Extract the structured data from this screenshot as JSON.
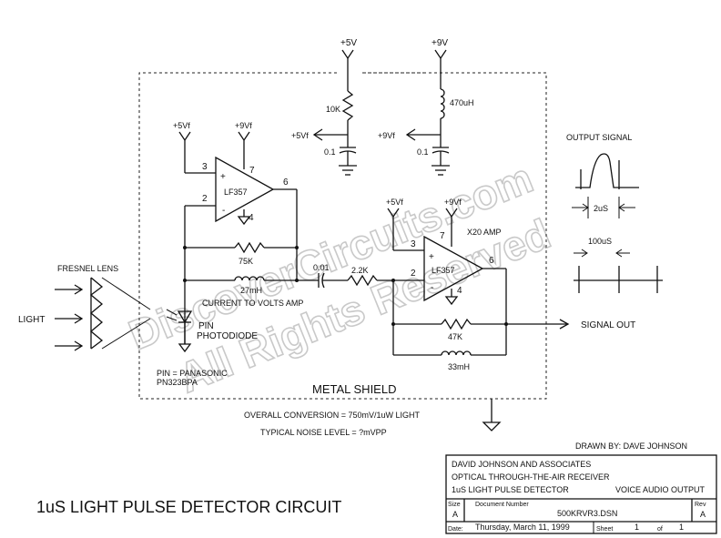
{
  "supplies": {
    "p5v": "+5V",
    "p9v": "+9V",
    "p5vf": "+5Vf",
    "p9vf": "+9Vf"
  },
  "components": {
    "r_10k": "10K",
    "l_470uh": "470uH",
    "c_01_a": "0.1",
    "c_01_b": "0.1",
    "r_75k": "75K",
    "l_27mh": "27mH",
    "c_001": "0.01",
    "r_22k": "2.2K",
    "r_47k": "47K",
    "l_33mh": "33mH"
  },
  "opamp1": {
    "name": "LF357",
    "pin3": "3",
    "pin2": "2",
    "pin7": "7",
    "pin6": "6",
    "pin4": "4",
    "plus": "+",
    "minus": "-",
    "caption": "CURRENT TO VOLTS AMP"
  },
  "opamp2": {
    "name": "LF357",
    "pin3": "3",
    "pin2": "2",
    "pin7": "7",
    "pin6": "6",
    "pin4": "4",
    "plus": "+",
    "minus": "-",
    "caption": "X20 AMP"
  },
  "labels": {
    "fresnel_lens": "FRESNEL LENS",
    "light": "LIGHT",
    "pin_photodiode_1": "PIN",
    "pin_photodiode_2": "PHOTODIODE",
    "pin_part_1": "PIN = PANASONIC",
    "pin_part_2": "PN323BPA",
    "metal_shield": "METAL SHIELD",
    "output_signal": "OUTPUT SIGNAL",
    "pulse_width": "2uS",
    "pulse_period": "100uS",
    "signal_out": "SIGNAL OUT",
    "overall_conversion": "OVERALL CONVERSION = 750mV/1uW LIGHT",
    "noise_level": "TYPICAL NOISE LEVEL = ?mVPP",
    "drawn_by": "DRAWN BY: DAVE JOHNSON",
    "circuit_title": "1uS LIGHT PULSE DETECTOR CIRCUIT"
  },
  "title_block": {
    "line1": "DAVID JOHNSON AND ASSOCIATES",
    "line2": "OPTICAL THROUGH-THE-AIR RECEIVER",
    "line3a": "1uS LIGHT PULSE DETECTOR",
    "line3b": "VOICE AUDIO OUTPUT",
    "size_label": "Size",
    "size_value": "A",
    "docnum_label": "Document Number",
    "docnum_value": "500KRVR3.DSN",
    "rev_label": "Rev",
    "rev_value": "A",
    "date_label": "Date:",
    "date_value": "Thursday, March 11, 1999",
    "sheet_label": "Sheet",
    "sheet_value": "1",
    "of_label": "of",
    "of_value": "1"
  },
  "watermark": {
    "line1": "DiscoverCircuits.com",
    "line2": "All Rights Reserved"
  }
}
